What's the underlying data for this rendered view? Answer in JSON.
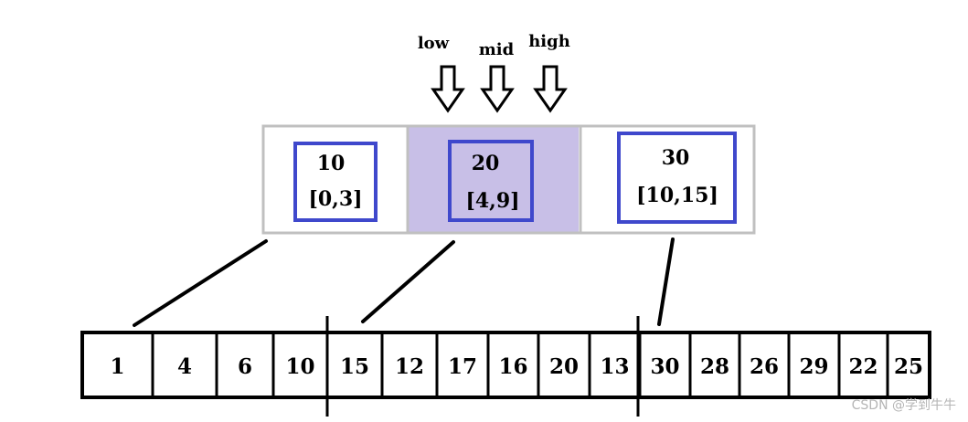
{
  "pointers": [
    {
      "label": "low"
    },
    {
      "label": "mid"
    },
    {
      "label": "high"
    }
  ],
  "index_blocks": [
    {
      "max": "10",
      "range": "[0,3]",
      "highlighted": false
    },
    {
      "max": "20",
      "range": "[4,9]",
      "highlighted": true
    },
    {
      "max": "30",
      "range": "[10,15]",
      "highlighted": false
    }
  ],
  "array": [
    "1",
    "4",
    "6",
    "10",
    "15",
    "12",
    "17",
    "16",
    "20",
    "13",
    "30",
    "28",
    "26",
    "29",
    "22",
    "25"
  ],
  "colors": {
    "outer_border": "#c0c0c0",
    "inner_box": "#3f48cc",
    "highlight_fill": "#c8bfe7",
    "line": "#000000"
  },
  "watermark": "CSDN @学到牛牛"
}
